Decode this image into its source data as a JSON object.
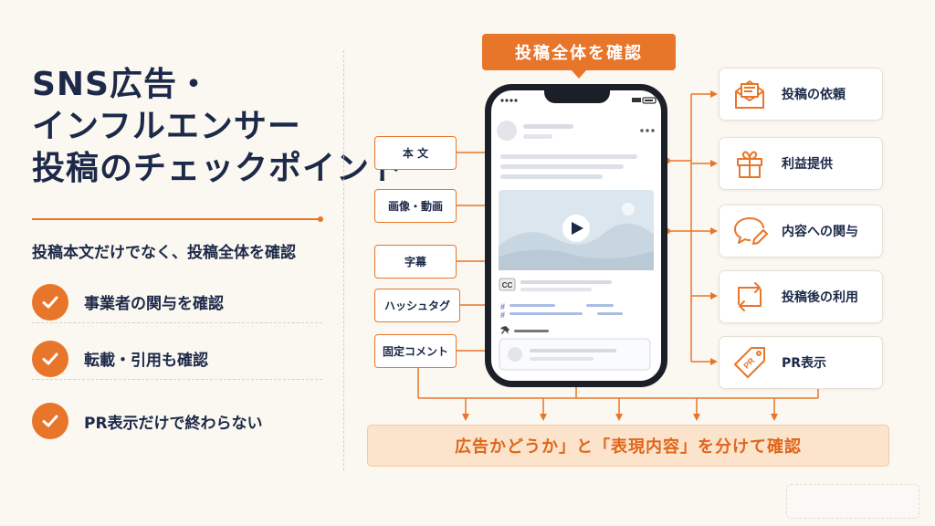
{
  "left_panel": {
    "title_lines": [
      "SNS広告・",
      "インフルエンサー",
      "投稿のチェックポイント"
    ],
    "subtitle": "投稿本文だけでなく、投稿全体を確認",
    "check_items": [
      "事業者の関与を確認",
      "転載・引用も確認",
      "PR表示だけで終わらない"
    ]
  },
  "top_banner": "投稿全体を確認",
  "post_elements": [
    "本 文",
    "画像・動画",
    "字幕",
    "ハッシュタグ",
    "固定コメント"
  ],
  "phone_mock": {
    "caption_tag": "CC",
    "hashtag_symbol": "#"
  },
  "check_cards": [
    {
      "label": "投稿の依頼",
      "icon": "envelope-document-icon"
    },
    {
      "label": "利益提供",
      "icon": "gift-icon"
    },
    {
      "label": "内容への関与",
      "icon": "speech-bubble-pencil-icon"
    },
    {
      "label": "投稿後の利用",
      "icon": "repost-arrows-icon"
    },
    {
      "label": "PR表示",
      "icon": "pr-tag-icon"
    }
  ],
  "bottom_banner": "広告かどうか」と「表現内容」を分けて確認",
  "colors": {
    "accent": "#e8762a",
    "navy": "#1c2948",
    "banner_bg": "#fbe3cc"
  }
}
